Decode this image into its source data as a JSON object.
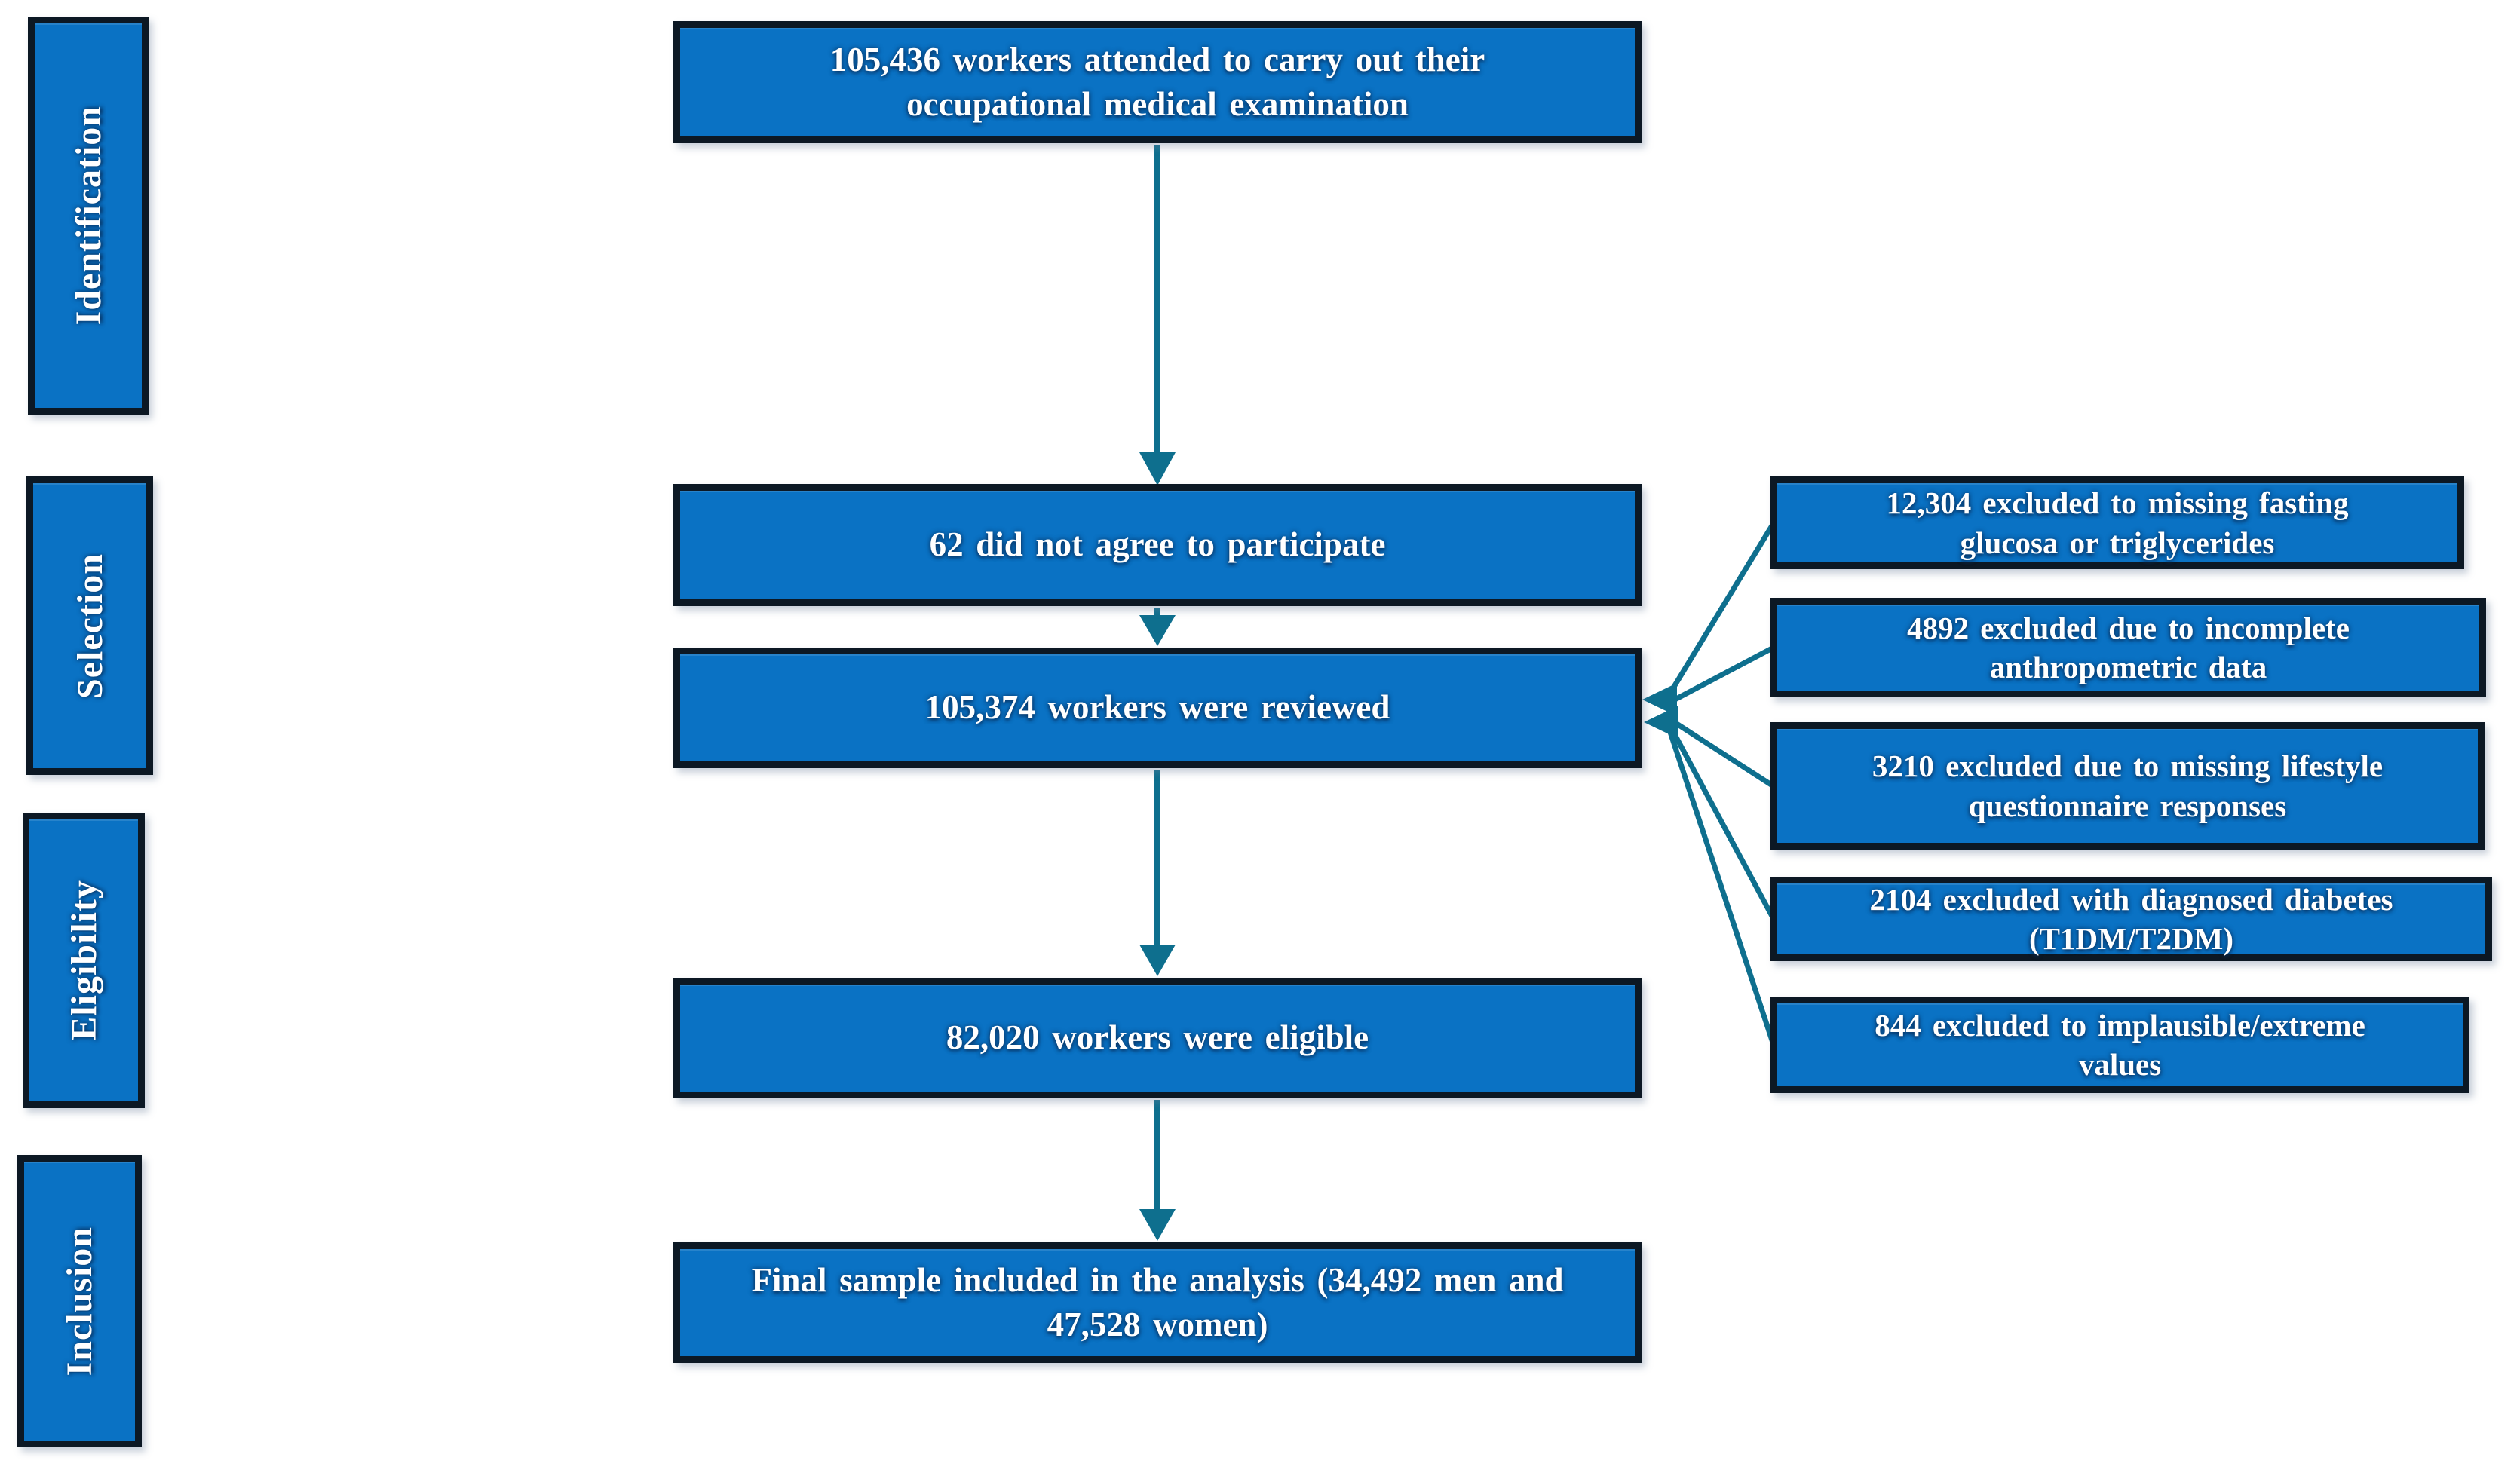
{
  "figure": {
    "type": "study-flow-diagram",
    "palette": {
      "box_fill": "#0a72c4",
      "box_border": "#0c1824",
      "arrow": "#0e6f8e",
      "text": "#ffffff",
      "background": "#ffffff"
    },
    "sidebar": {
      "stages": [
        {
          "label": "Identification"
        },
        {
          "label": "Selection"
        },
        {
          "label": "Eligibility"
        },
        {
          "label": "Inclusion"
        }
      ]
    },
    "flow": {
      "boxes": [
        {
          "text": "105,436 workers attended to carry out their\noccupational medical examination"
        },
        {
          "text": "62 did not agree to participate"
        },
        {
          "text": "105,374 workers were reviewed"
        },
        {
          "text": "82,020 workers were eligible"
        },
        {
          "text": "Final sample included in the analysis (34,492 men and\n47,528 women)"
        }
      ]
    },
    "exclusions": {
      "boxes": [
        {
          "text": "12,304 excluded to missing fasting\nglucosa or triglycerides"
        },
        {
          "text": "4892 excluded due to incomplete\nanthropometric data"
        },
        {
          "text": "3210 excluded due to missing lifestyle\nquestionnaire responses"
        },
        {
          "text": "2104 excluded with diagnosed diabetes\n(T1DM/T2DM)"
        },
        {
          "text": "844 excluded to implausible/extreme\nvalues"
        }
      ]
    }
  }
}
